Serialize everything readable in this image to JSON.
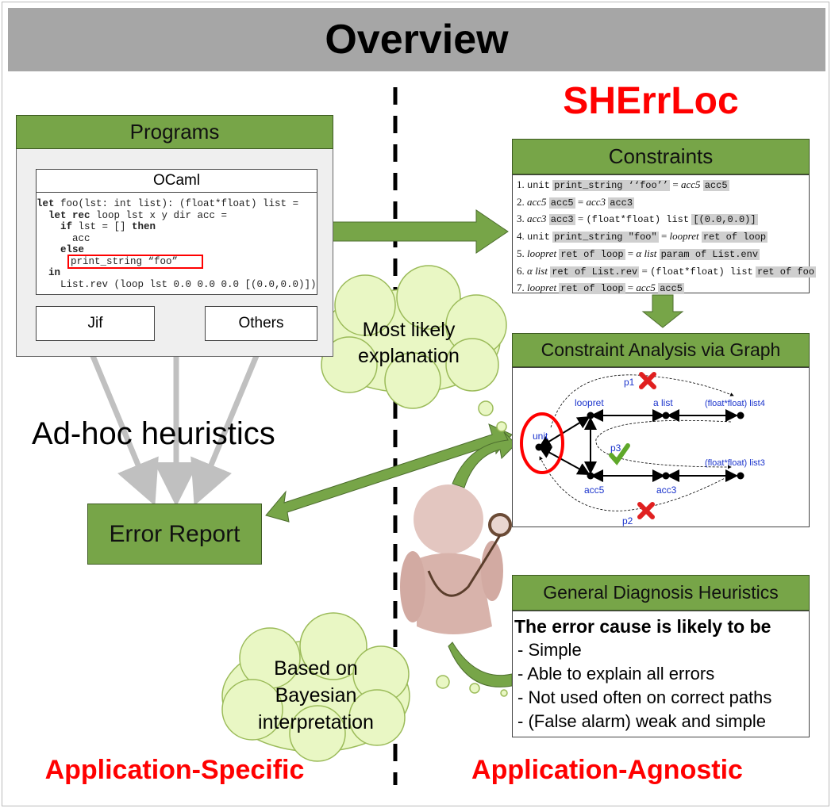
{
  "title": "Overview",
  "brand": "SHErrLoc",
  "programs": {
    "header": "Programs",
    "ocaml_label": "OCaml",
    "code": {
      "l1a": "let",
      "l1b": " foo(lst: int list): (float*float) list =",
      "l2a": "  let rec",
      "l2b": " loop lst x y dir acc =",
      "l3a": "    if",
      "l3b": " lst = [] ",
      "l3c": "then",
      "l4": "      acc",
      "l5": "    else",
      "l6": "print_string “foo”",
      "l7": "  in",
      "l8": "    List.rev (loop lst 0.0 0.0 0.0 [(0.0,0.0)])"
    },
    "jif_label": "Jif",
    "others_label": "Others"
  },
  "adhoc_label": "Ad-hoc heuristics",
  "error_report_label": "Error Report",
  "clouds": {
    "explanation": [
      "Most likely",
      "explanation"
    ],
    "bayesian": [
      "Based on",
      "Bayesian",
      "interpretation"
    ]
  },
  "constraints": {
    "header": "Constraints",
    "rows": [
      {
        "n": "1.",
        "a": "unit",
        "ah": "print_string ‘‘foo’’",
        "b": "acc5",
        "bh": "acc5"
      },
      {
        "n": "2.",
        "a": "acc5",
        "ah": "acc5",
        "b": "acc3",
        "bh": "acc3"
      },
      {
        "n": "3.",
        "a": "acc3",
        "ah": "acc3",
        "b": "(float*float) list",
        "bh": "[(0.0,0.0)]"
      },
      {
        "n": "4.",
        "a": "unit",
        "ah": "print_string \"foo\"",
        "b": "loopret",
        "bh": "ret of loop"
      },
      {
        "n": "5.",
        "a": "loopret",
        "ah": "ret of loop",
        "b": "α list",
        "bh": "param of List.env"
      },
      {
        "n": "6.",
        "a": "α list",
        "ah": "ret of List.rev",
        "b": "(float*float) list",
        "bh": "ret of foo"
      },
      {
        "n": "7.",
        "a": "loopret",
        "ah": "ret of loop",
        "b": "acc5",
        "bh": "acc5"
      }
    ]
  },
  "graph": {
    "header": "Constraint Analysis via Graph",
    "nodes": {
      "unit": "unit",
      "loopret": "loopret",
      "alist": "a list",
      "list4": "(float*float) list4",
      "acc5": "acc5",
      "acc3": "acc3",
      "list3": "(float*float) list3"
    },
    "paths": {
      "p1": "p1",
      "p2": "p2",
      "p3": "p3"
    }
  },
  "diagnosis": {
    "header": "General Diagnosis Heuristics",
    "lead": "The error cause is likely to be",
    "items": [
      "- Simple",
      "- Able to explain all errors",
      "- Not used often on correct paths",
      "- (False alarm) weak and simple"
    ]
  },
  "footer": {
    "left": "Application-Specific",
    "right": "Application-Agnostic"
  },
  "colors": {
    "green": "#77a548",
    "red": "#ff0000",
    "cloud": "#e9f7c4",
    "graph_label": "#1a33cc"
  }
}
